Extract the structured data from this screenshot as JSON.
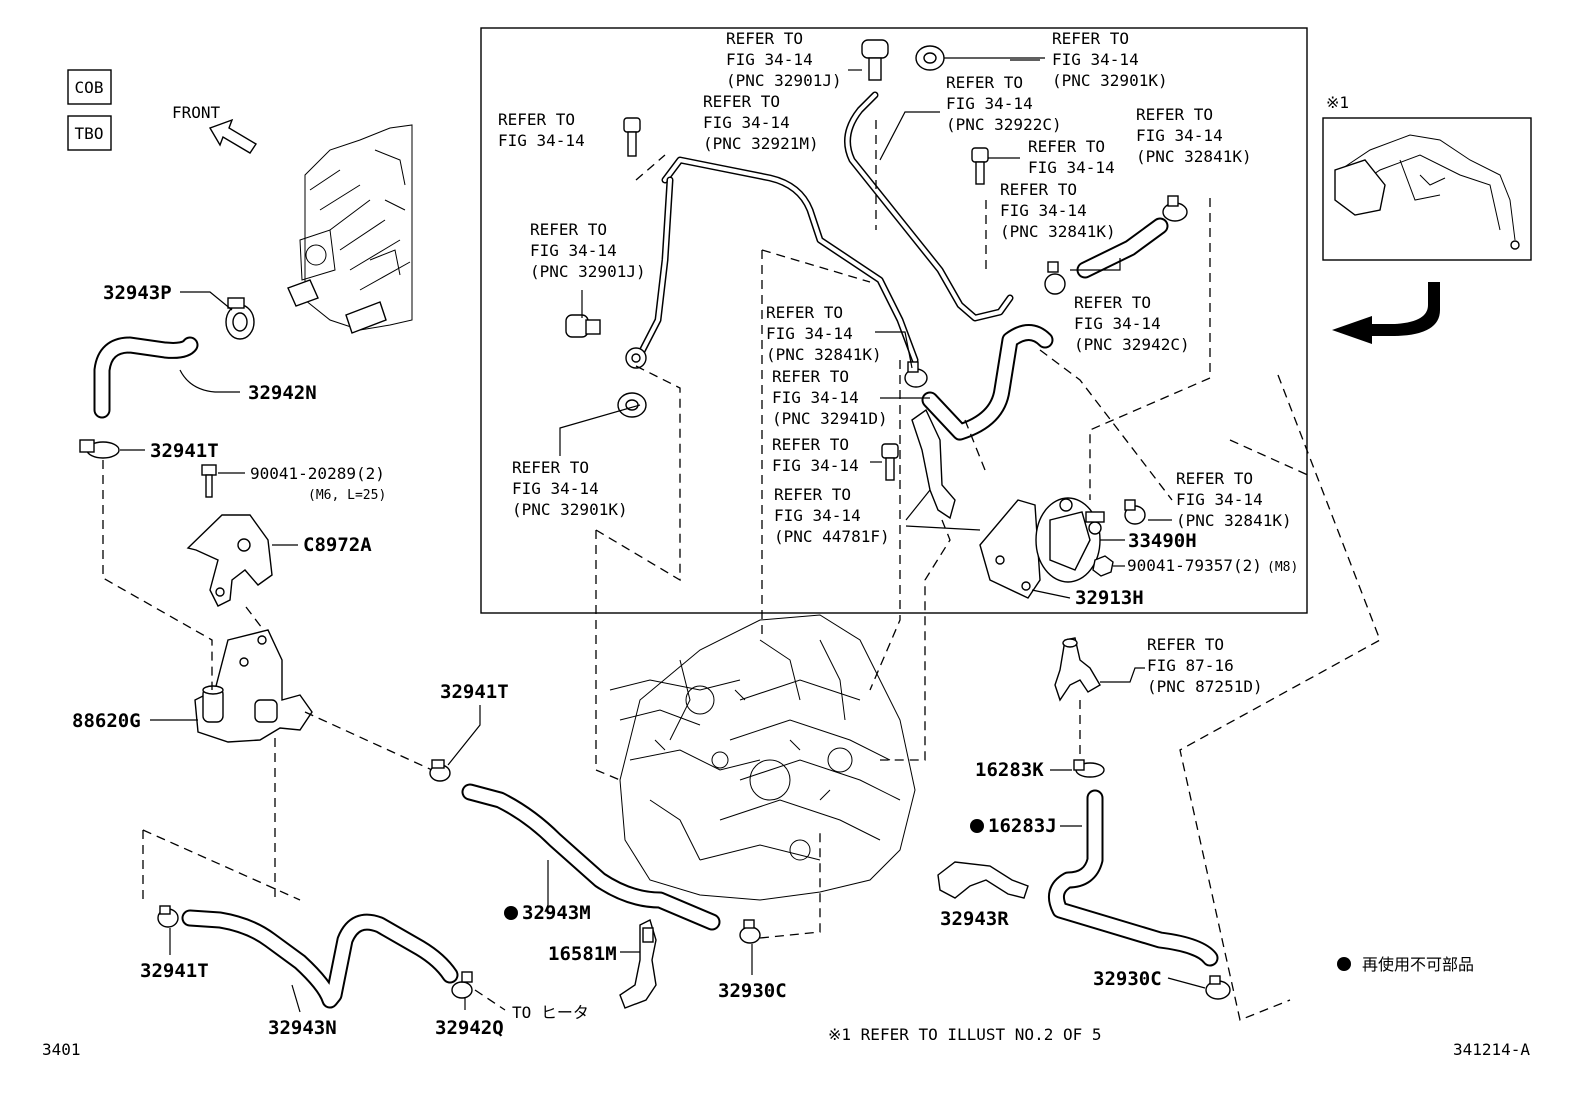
{
  "header": {
    "code_cob": "COB",
    "code_tbo": "TBO",
    "front_label": "FRONT"
  },
  "parts": {
    "p32943P": "32943P",
    "p32942N": "32942N",
    "p32941T_a": "32941T",
    "p90041_20289": "90041-20289(2)",
    "p90041_20289_note": "(M6, L=25)",
    "pC8972A": "C8972A",
    "p88620G": "88620G",
    "p32941T_b": "32941T",
    "p32941T_c": "32941T",
    "p32943M": "32943M",
    "p16581M": "16581M",
    "p32930C_a": "32930C",
    "p32943N": "32943N",
    "p32942Q": "32942Q",
    "to_heater": "TO ヒータ",
    "p33490H": "33490H",
    "p90041_79357": "90041-79357(2)",
    "p90041_79357_note": "(M8)",
    "p32913H": "32913H",
    "p16283K": "16283K",
    "p16283J": "16283J",
    "p32943R": "32943R",
    "p32930C_b": "32930C"
  },
  "refs": {
    "r1": [
      "REFER TO",
      "FIG 34-14",
      "(PNC 32901J)"
    ],
    "r2": [
      "REFER TO",
      "FIG 34-14",
      "(PNC 32901K)"
    ],
    "r3": [
      "REFER TO",
      "FIG 34-14",
      "(PNC 32922C)"
    ],
    "r4": [
      "REFER TO",
      "FIG 34-14",
      "(PNC 32921M)"
    ],
    "r5": [
      "REFER TO",
      "FIG 34-14"
    ],
    "r6": [
      "REFER TO",
      "FIG 34-14",
      "(PNC 32841K)"
    ],
    "r7": [
      "REFER TO",
      "FIG 34-14"
    ],
    "r8": [
      "REFER TO",
      "FIG 34-14",
      "(PNC 32841K)"
    ],
    "r9": [
      "REFER TO",
      "FIG 34-14",
      "(PNC 32901J)"
    ],
    "r10": [
      "REFER TO",
      "FIG 34-14",
      "(PNC 32942C)"
    ],
    "r11": [
      "REFER TO",
      "FIG 34-14",
      "(PNC 32841K)"
    ],
    "r12": [
      "REFER TO",
      "FIG 34-14",
      "(PNC 32941D)"
    ],
    "r13": [
      "REFER TO",
      "FIG 34-14"
    ],
    "r14": [
      "REFER TO",
      "FIG 34-14",
      "(PNC 32841K)"
    ],
    "r15": [
      "REFER TO",
      "FIG 34-14",
      "(PNC 32901K)"
    ],
    "r16": [
      "REFER TO",
      "FIG 34-14",
      "(PNC 44781F)"
    ],
    "r17": [
      "REFER TO",
      "FIG 87-16",
      "(PNC 87251D)"
    ]
  },
  "inset": {
    "mark": "※1"
  },
  "footer": {
    "left_code": "3401",
    "right_code": "341214-A",
    "note": "※1  REFER TO ILLUST NO.2 OF 5",
    "legend": "再使用不可部品"
  }
}
